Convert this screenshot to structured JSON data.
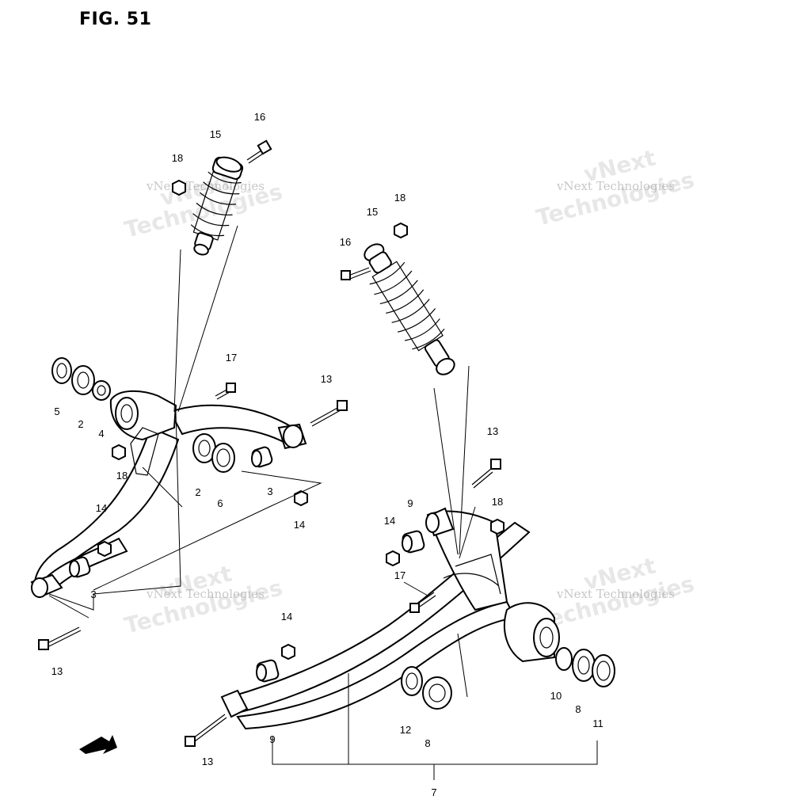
{
  "figure": {
    "title": "FIG. 51"
  },
  "callouts": [
    {
      "id": "c1",
      "label": "16"
    },
    {
      "id": "c2",
      "label": "15"
    },
    {
      "id": "c3",
      "label": "18"
    },
    {
      "id": "c4",
      "label": "5"
    },
    {
      "id": "c5",
      "label": "2"
    },
    {
      "id": "c6",
      "label": "4"
    },
    {
      "id": "c7",
      "label": "17"
    },
    {
      "id": "c8",
      "label": "13"
    },
    {
      "id": "c9",
      "label": "18"
    },
    {
      "id": "c10",
      "label": "2"
    },
    {
      "id": "c11",
      "label": "6"
    },
    {
      "id": "c12",
      "label": "3"
    },
    {
      "id": "c13",
      "label": "14"
    },
    {
      "id": "c14",
      "label": "14"
    },
    {
      "id": "c15",
      "label": "3"
    },
    {
      "id": "c16",
      "label": "13"
    },
    {
      "id": "c17",
      "label": "18"
    },
    {
      "id": "c18",
      "label": "15"
    },
    {
      "id": "c19",
      "label": "16"
    },
    {
      "id": "c20",
      "label": "13"
    },
    {
      "id": "c21",
      "label": "18"
    },
    {
      "id": "c22",
      "label": "9"
    },
    {
      "id": "c23",
      "label": "14"
    },
    {
      "id": "c24",
      "label": "17"
    },
    {
      "id": "c25",
      "label": "14"
    },
    {
      "id": "c26",
      "label": "10"
    },
    {
      "id": "c27",
      "label": "8"
    },
    {
      "id": "c28",
      "label": "11"
    },
    {
      "id": "c29",
      "label": "12"
    },
    {
      "id": "c30",
      "label": "8"
    },
    {
      "id": "c31",
      "label": "9"
    },
    {
      "id": "c32",
      "label": "13"
    },
    {
      "id": "c33",
      "label": "7"
    }
  ],
  "watermark": {
    "line1": "vNext Technologies",
    "line2": "vNext",
    "line3": "Technologies"
  }
}
